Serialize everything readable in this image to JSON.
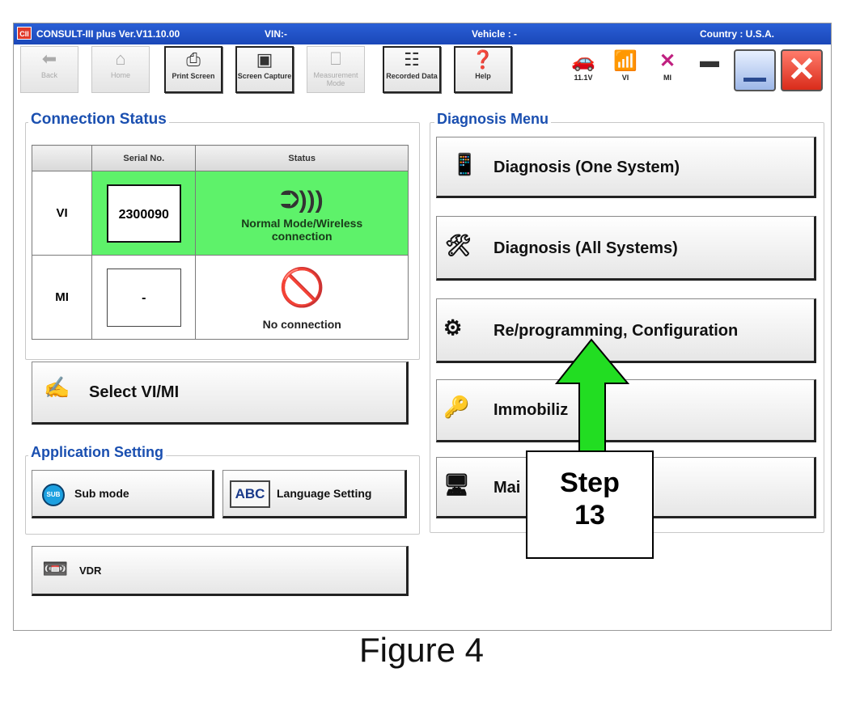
{
  "window": {
    "app_title": "CONSULT-III plus  Ver.V11.10.00",
    "vin_label": "VIN:-",
    "vehicle_label": "Vehicle : -",
    "country_label": "Country : U.S.A."
  },
  "toolbar": {
    "back": "Back",
    "home": "Home",
    "print_screen": "Print Screen",
    "screen_capture": "Screen Capture",
    "measurement_mode": "Measurement Mode",
    "recorded_data": "Recorded Data",
    "help": "Help",
    "voltage": "11.1V",
    "vi": "VI",
    "mi": "MI"
  },
  "connection_status": {
    "title": "Connection Status",
    "col_serial": "Serial No.",
    "col_status": "Status",
    "vi_label": "VI",
    "vi_serial": "2300090",
    "vi_status": "Normal Mode/Wireless connection",
    "mi_label": "MI",
    "mi_serial": "-",
    "mi_status": "No connection"
  },
  "select_vi_mi": "Select VI/MI",
  "application_setting": {
    "title": "Application Setting",
    "sub_mode": "Sub mode",
    "language_setting": "Language Setting",
    "abc_icon_text": "ABC",
    "sub_icon_text": "SUB"
  },
  "vdr": "VDR",
  "diagnosis_menu": {
    "title": "Diagnosis Menu",
    "one_system": "Diagnosis (One System)",
    "all_systems": "Diagnosis (All Systems)",
    "reprogramming": "Re/programming, Configuration",
    "immobilizer": "Immobiliz",
    "maintenance": "Mai"
  },
  "callout": {
    "line1": "Step",
    "line2": "13",
    "arrow_color": "#22dd22"
  },
  "caption": "Figure 4"
}
